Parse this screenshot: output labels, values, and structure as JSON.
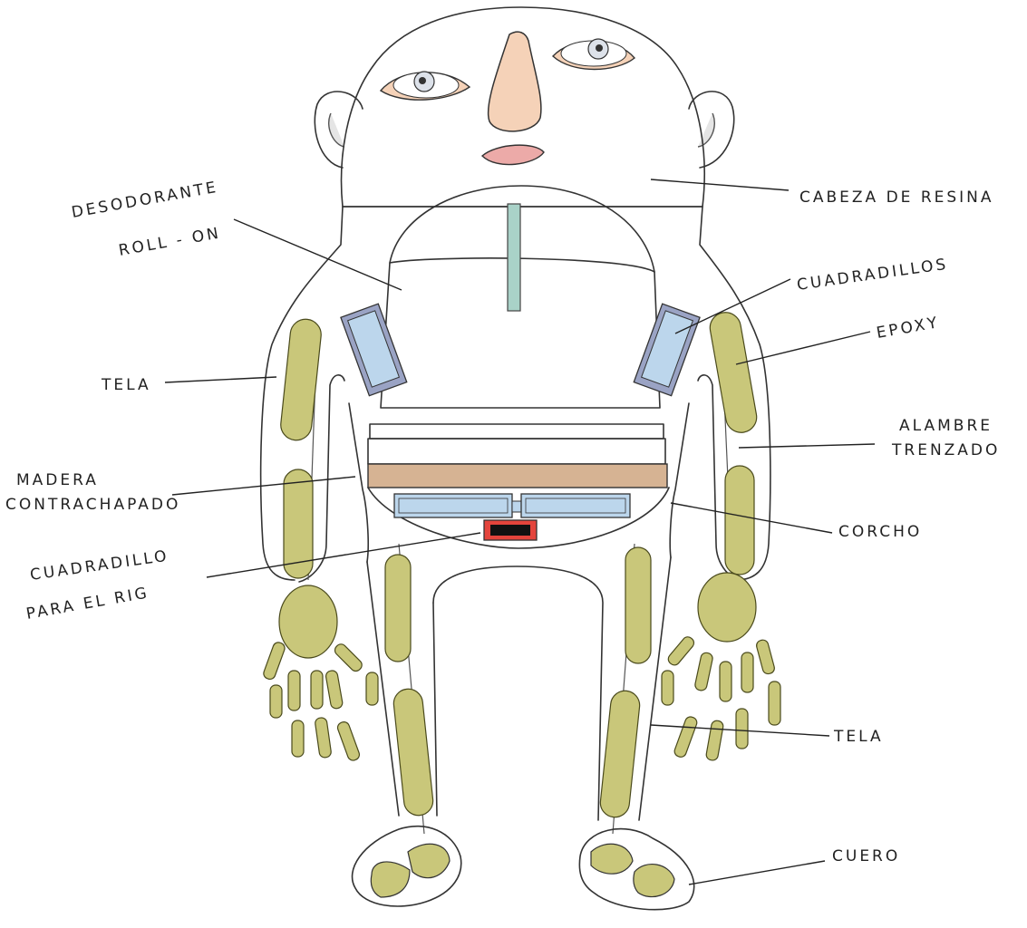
{
  "labels": {
    "cabeza": "CABEZA DE RESINA",
    "desodorante_1": "DESODORANTE",
    "desodorante_2": "ROLL - ON",
    "cuadradillos": "CUADRADILLOS",
    "epoxy": "EPOXY",
    "tela_left": "TELA",
    "alambre_1": "ALAMBRE",
    "alambre_2": "TRENZADO",
    "madera_1": "MADERA",
    "madera_2": "CONTRACHAPADO",
    "corcho": "CORCHO",
    "cuadradillo_rig_1": "CUADRADILLO",
    "cuadradillo_rig_2": "PARA EL RIG",
    "tela_right": "TELA",
    "cuero": "CUERO"
  },
  "colors": {
    "skin": "#f5d2b8",
    "lips": "#ecaaa8",
    "epoxy": "#c9c77a",
    "cork_blue": "#bcd6ec",
    "square_tube": "#9aa3c4",
    "plywood": "#d6b393",
    "rig_red": "#e4443c",
    "deodorant_stick": "#a9d2c8"
  }
}
